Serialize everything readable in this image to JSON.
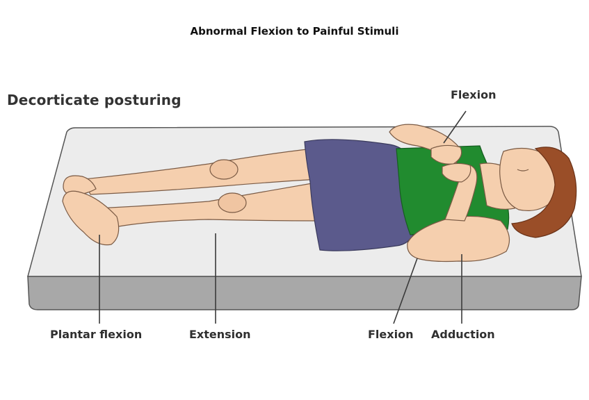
{
  "title": "Abnormal Flexion to Painful Stimuli",
  "heading": "Decorticate posturing",
  "labels": {
    "flexion_top": "Flexion",
    "plantar_flexion": "Plantar flexion",
    "extension": "Extension",
    "flexion_bottom": "Flexion",
    "adduction": "Adduction"
  },
  "colors": {
    "skin": "#f5cfae",
    "shirt": "#218b2f",
    "shorts": "#5b5a8c",
    "hair": "#9a4e28",
    "mat_top": "#ececec",
    "mat_side": "#a8a8a8"
  }
}
